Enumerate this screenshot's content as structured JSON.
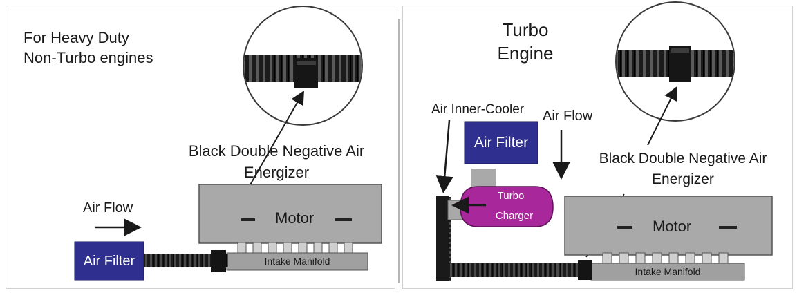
{
  "left_panel": {
    "title_line1": "For Heavy Duty",
    "title_line2": "Non-Turbo engines",
    "energizer_line1": "Black Double Negative Air",
    "energizer_line2": "Energizer",
    "air_flow": "Air Flow",
    "motor": "Motor",
    "air_filter": "Air Filter",
    "intake_manifold": "Intake Manifold"
  },
  "right_panel": {
    "title_line1": "Turbo",
    "title_line2": "Engine",
    "inner_cooler": "Air Inner-Cooler",
    "air_flow": "Air Flow",
    "air_filter": "Air Filter",
    "turbo_line1": "Turbo",
    "turbo_line2": "Charger",
    "energizer_line1": "Black Double Negative Air",
    "energizer_line2": "Energizer",
    "motor": "Motor",
    "intake_manifold": "Intake Manifold"
  },
  "colors": {
    "air_filter": "#2e2f8e",
    "turbo_charger": "#a8279a",
    "motor": "#a9a9a9",
    "manifold": "#a0a0a0",
    "hose": "#1c1c1c",
    "panel_border": "#cfcfcf",
    "divider": "#b5b5b5"
  },
  "icons": {
    "flow_arrow": "arrow-right-icon",
    "flow_arrow_down": "arrow-down-icon"
  }
}
